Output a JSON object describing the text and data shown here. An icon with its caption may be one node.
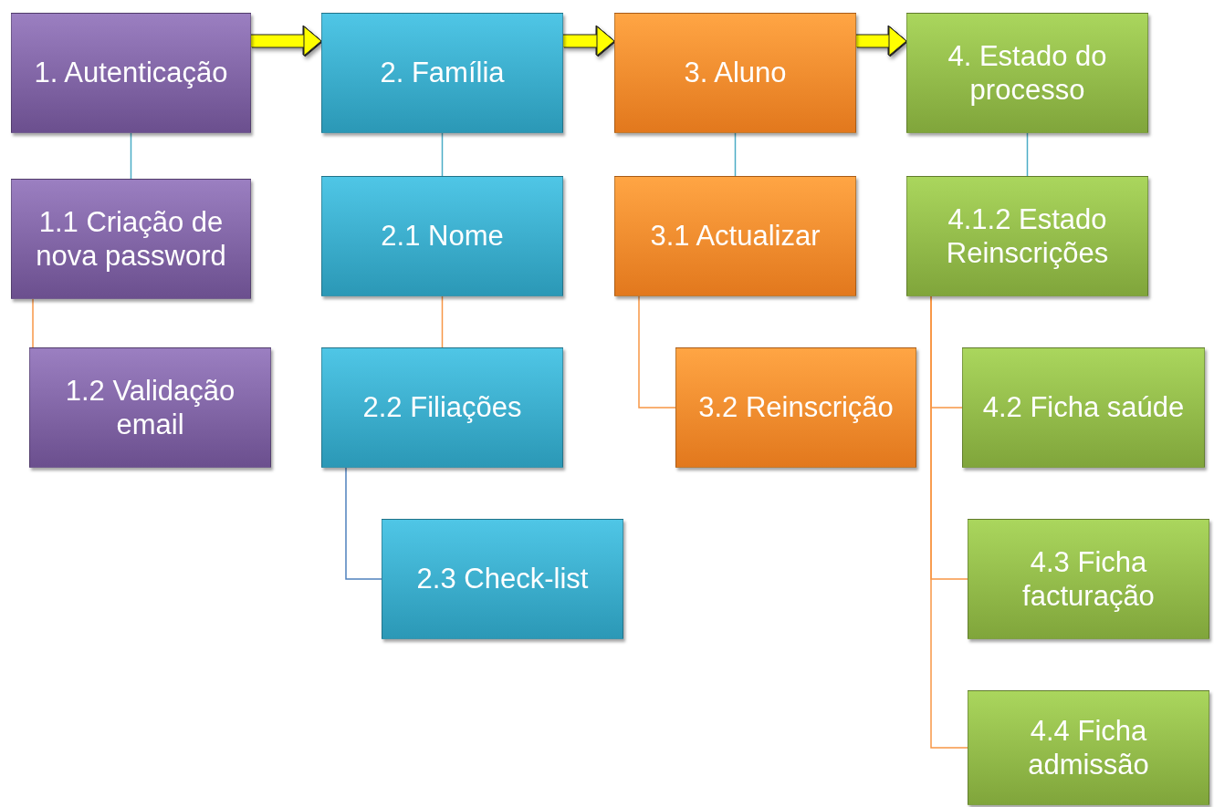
{
  "diagram": {
    "nodes": [
      {
        "text": [
          "1. Autenticação"
        ]
      },
      {
        "text": [
          "1.1 Criação de nova password"
        ]
      },
      {
        "text": [
          "1.2 Validação email"
        ]
      },
      {
        "text": [
          "2. Família"
        ]
      },
      {
        "text": [
          "2.1 Nome"
        ]
      },
      {
        "text": [
          "2.2 Filiações"
        ]
      },
      {
        "text": [
          "2.3 Check-list"
        ]
      },
      {
        "text": [
          "3. Aluno"
        ]
      },
      {
        "text": [
          "3.1 Actualizar"
        ]
      },
      {
        "text": [
          "3.2 Reinscrição"
        ]
      },
      {
        "text": [
          "4. Estado do processo"
        ]
      },
      {
        "text": [
          "4.1.2 Estado Reinscrições"
        ]
      },
      {
        "text": [
          "4.2 Ficha saúde"
        ]
      },
      {
        "text": [
          "4.3 Ficha facturação"
        ]
      },
      {
        "text": [
          "4.4 Ficha admissão"
        ]
      }
    ],
    "edges": [
      {
        "from": 0,
        "to": 3,
        "arrow": "to",
        "style": "thick",
        "color": "#ffff00"
      },
      {
        "from": 3,
        "to": 7,
        "arrow": "to",
        "style": "thick",
        "color": "#ffff00"
      },
      {
        "from": 7,
        "to": 10,
        "arrow": "to",
        "style": "thick",
        "color": "#ffff00"
      },
      {
        "from": 0,
        "to": 1,
        "arrow": "none",
        "color": "#4bacc6"
      },
      {
        "from": 1,
        "to": 2,
        "arrow": "none"
      },
      {
        "from": 3,
        "to": 4,
        "arrow": "none",
        "color": "#4bacc6"
      },
      {
        "from": 4,
        "to": 5,
        "arrow": "none"
      },
      {
        "from": 5,
        "to": 6,
        "arrow": "none",
        "color": "#4f81bd"
      },
      {
        "from": 7,
        "to": 8,
        "arrow": "none",
        "color": "#4bacc6"
      },
      {
        "from": 8,
        "to": 9,
        "arrow": "none"
      },
      {
        "from": 10,
        "to": 11,
        "arrow": "none",
        "color": "#4bacc6"
      },
      {
        "from": 11,
        "to": 12,
        "arrow": "none"
      },
      {
        "from": 11,
        "to": 13,
        "arrow": "none"
      },
      {
        "from": 11,
        "to": 14,
        "arrow": "none"
      }
    ]
  }
}
